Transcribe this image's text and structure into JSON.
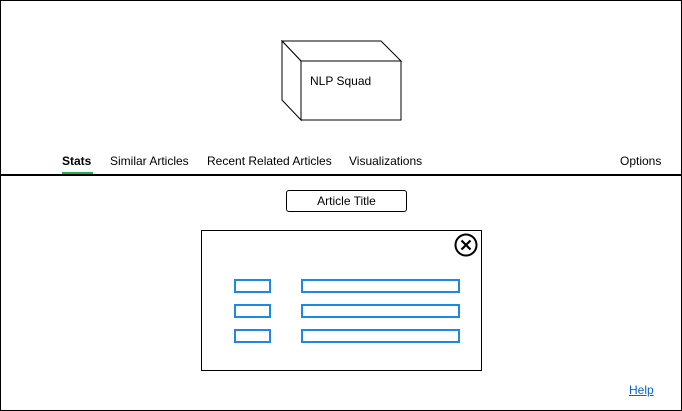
{
  "header": {
    "logo_label": "NLP Squad"
  },
  "tabs": [
    {
      "label": "Stats",
      "active": true
    },
    {
      "label": "Similar Articles",
      "active": false
    },
    {
      "label": "Recent Related Articles",
      "active": false
    },
    {
      "label": "Visualizations",
      "active": false
    }
  ],
  "options_label": "Options",
  "article": {
    "title": "Article Title"
  },
  "dialog": {
    "close_icon": "close-circle-icon",
    "rows": [
      {
        "key": "",
        "value": ""
      },
      {
        "key": "",
        "value": ""
      },
      {
        "key": "",
        "value": ""
      }
    ]
  },
  "footer": {
    "help_label": "Help"
  },
  "colors": {
    "active_tab_underline": "#22b14c",
    "field_border": "#1e88e5",
    "link": "#0066cc"
  }
}
